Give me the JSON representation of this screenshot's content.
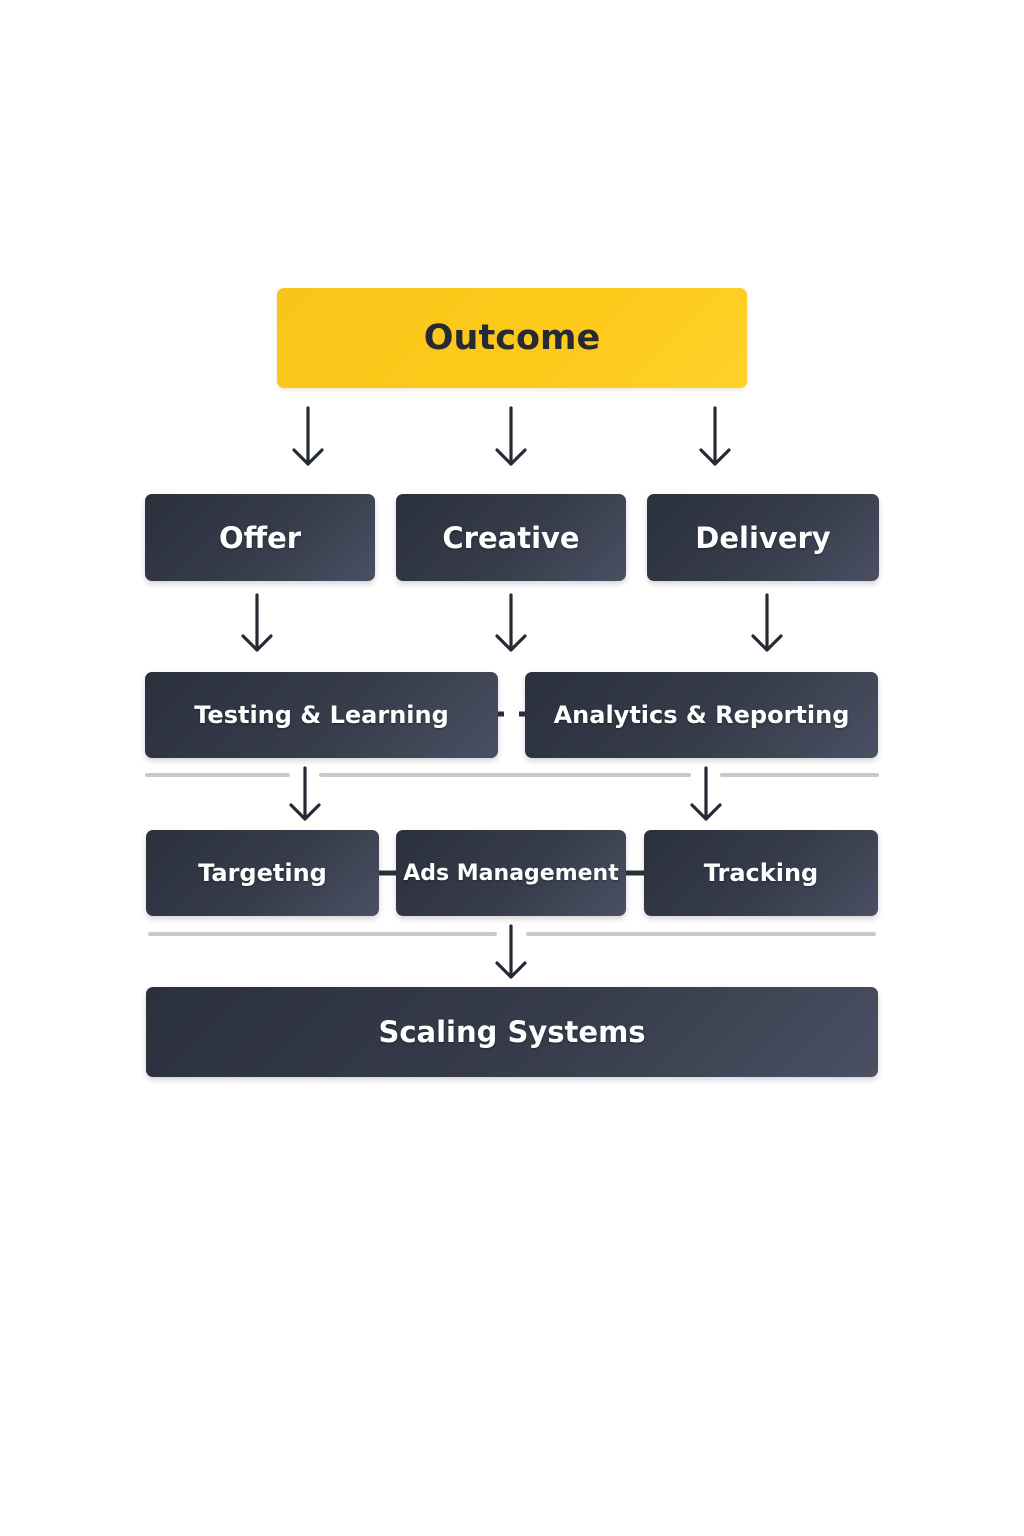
{
  "diagram": {
    "nodes": {
      "outcome": "Outcome",
      "offer": "Offer",
      "creative": "Creative",
      "delivery": "Delivery",
      "testing": "Testing & Learning",
      "analytics": "Analytics & Reporting",
      "targeting": "Targeting",
      "ads_management": "Ads Management",
      "tracking": "Tracking",
      "scaling": "Scaling Systems"
    },
    "edges": [
      {
        "from": "outcome",
        "to": "offer"
      },
      {
        "from": "outcome",
        "to": "creative"
      },
      {
        "from": "outcome",
        "to": "delivery"
      },
      {
        "from": "offer",
        "to": "testing"
      },
      {
        "from": "creative",
        "to": "testing"
      },
      {
        "from": "delivery",
        "to": "analytics"
      },
      {
        "from": "testing",
        "to": "analytics",
        "style": "dashed-link"
      },
      {
        "from": "testing",
        "to": "targeting"
      },
      {
        "from": "analytics",
        "to": "tracking"
      },
      {
        "from": "targeting",
        "to": "ads_management",
        "style": "link"
      },
      {
        "from": "ads_management",
        "to": "tracking",
        "style": "link"
      },
      {
        "from": "ads_management",
        "to": "scaling"
      }
    ]
  },
  "colors": {
    "outcome_fill": "#fdca1b",
    "node_fill": "#2b303d",
    "arrow": "#262a35",
    "divider": "#c5cad1"
  }
}
